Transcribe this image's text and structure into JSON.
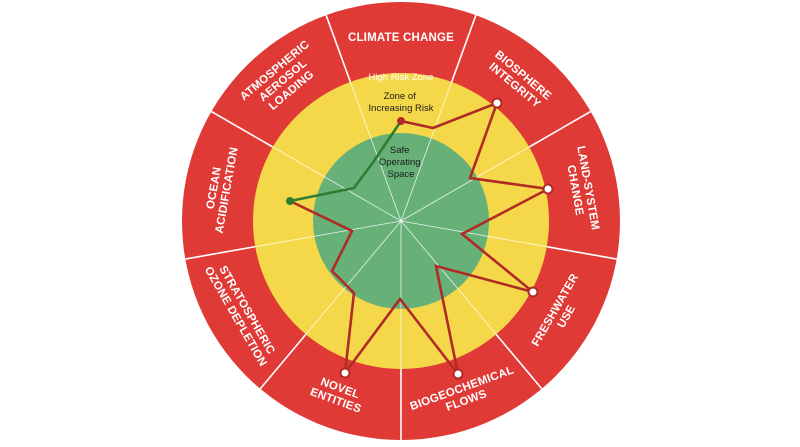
{
  "zones": {
    "high_risk": "High Risk Zone",
    "increasing_risk": [
      "Zone of",
      "Increasing Risk"
    ],
    "safe": [
      "Safe",
      "Operating",
      "Space"
    ]
  },
  "segments": [
    {
      "lines": [
        "CLIMATE CHANGE"
      ]
    },
    {
      "lines": [
        "BIOSPHERE",
        "INTEGRITY"
      ]
    },
    {
      "lines": [
        "LAND-SYSTEM",
        "CHANGE"
      ]
    },
    {
      "lines": [
        "FRESHWATER",
        "USE"
      ]
    },
    {
      "lines": [
        "BIOGEOCHEMICAL",
        "FLOWS"
      ]
    },
    {
      "lines": [
        "NOVEL",
        "ENTITIES"
      ]
    },
    {
      "lines": [
        "STRATOSPHERIC",
        "OZONE DEPLETION"
      ]
    },
    {
      "lines": [
        "OCEAN",
        "ACIDIFICATION"
      ]
    },
    {
      "lines": [
        "ATMOSPHERIC",
        "AEROSOL",
        "LOADING"
      ]
    }
  ],
  "colors": {
    "high_risk": "#e03a36",
    "increasing_risk": "#f5d84a",
    "safe": "#67b078",
    "safe_line": "#2e7d32",
    "exceeded_line": "#b02a26",
    "divider": "#ffffff"
  }
}
